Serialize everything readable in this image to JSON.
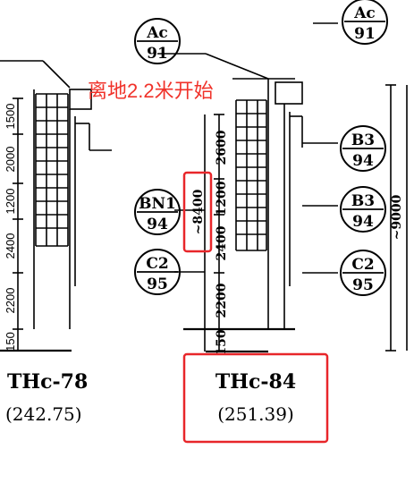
{
  "annotation": {
    "text": "离地2.2米开始",
    "color": "#f0322a"
  },
  "left_unit": {
    "dims": [
      "1500",
      "2000",
      "1200",
      "2400",
      "2200",
      "150"
    ],
    "caption": "THc-78",
    "elevation": "(242.75)"
  },
  "middle_unit": {
    "dims": [
      "2600",
      "1200",
      "2400",
      "2200",
      "150"
    ],
    "total": "~8400",
    "caption": "THc-84",
    "elevation": "(251.39)"
  },
  "right_unit": {
    "total": "~9000"
  },
  "callouts": {
    "ac_top_middle": {
      "top": "Ac",
      "bottom": "91"
    },
    "ac_top_right": {
      "top": "Ac",
      "bottom": "91"
    },
    "bn_middle": {
      "top": "BN1",
      "bottom": "94"
    },
    "c2_middle": {
      "top": "C2",
      "bottom": "95"
    },
    "b3_right_1": {
      "top": "B3",
      "bottom": "94"
    },
    "b3_right_2": {
      "top": "B3",
      "bottom": "94"
    },
    "c2_right": {
      "top": "C2",
      "bottom": "95"
    }
  },
  "highlight_color": "#e8262a"
}
